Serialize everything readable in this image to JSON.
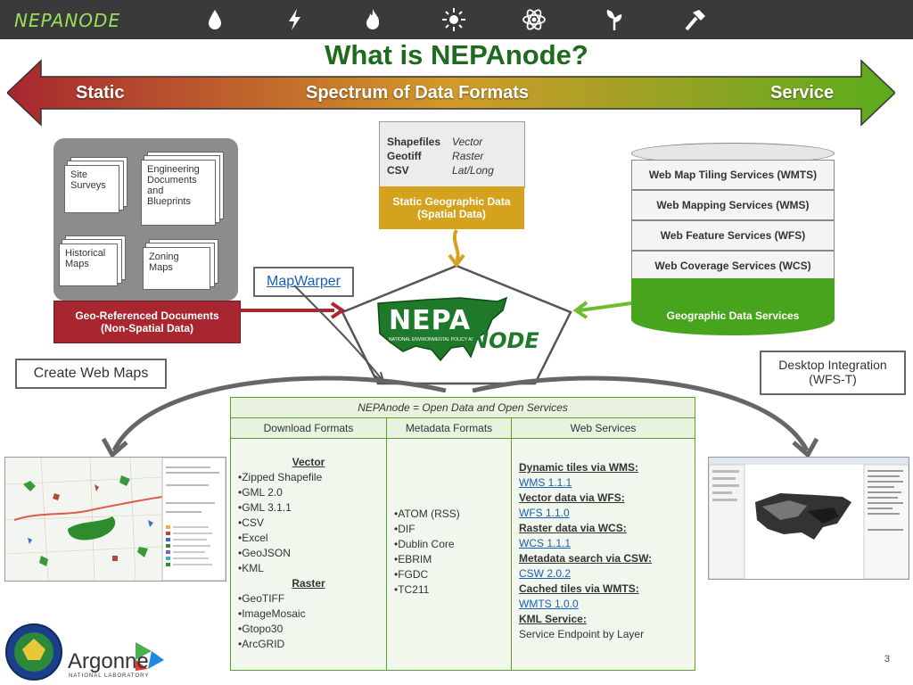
{
  "topbar": {
    "brand": "NEPANODE",
    "icons": [
      "water-drop-icon",
      "lightning-icon",
      "flame-icon",
      "sun-icon",
      "atom-icon",
      "plant-icon",
      "hammer-icon"
    ]
  },
  "title": "What is NEPAnode?",
  "spectrum": {
    "left": "Static",
    "center": "Spectrum of Data Formats",
    "right": "Service"
  },
  "documents": {
    "site_surveys": "Site Surveys",
    "engineering": "Engineering Documents and Blueprints",
    "historical": "Historical Maps",
    "zoning": "Zoning Maps",
    "box_line1": "Geo-Referenced Documents",
    "box_line2": "(Non-Spatial Data)"
  },
  "static_geo": {
    "rows": [
      {
        "format": "Shapefiles",
        "type": "Vector"
      },
      {
        "format": "Geotiff",
        "type": "Raster"
      },
      {
        "format": "CSV",
        "type": "Lat/Long"
      }
    ],
    "box_line1": "Static Geographic Data",
    "box_line2": "(Spatial Data)"
  },
  "services": {
    "items": [
      "Web Map Tiling Services (WMTS)",
      "Web Mapping Services (WMS)",
      "Web Feature Services (WFS)",
      "Web Coverage Services (WCS)"
    ],
    "base": "Geographic Data Services"
  },
  "mapwarper": "MapWarper",
  "logo": {
    "nepa": "NEPA",
    "node": "NODE",
    "sub": "NATIONAL ENVIRONMENTAL POLICY ACT"
  },
  "create_web_maps": "Create Web Maps",
  "desktop": {
    "line1": "Desktop Integration",
    "line2": "(WFS-T)"
  },
  "table": {
    "title": "NEPAnode = Open Data and Open Services",
    "headers": [
      "Download Formats",
      "Metadata Formats",
      "Web Services"
    ],
    "vector_head": "Vector",
    "vector": [
      "•Zipped Shapefile",
      "•GML 2.0",
      "•GML 3.1.1",
      "•CSV",
      "•Excel",
      "•GeoJSON",
      "•KML"
    ],
    "raster_head": "Raster",
    "raster": [
      "•GeoTIFF",
      "•ImageMosaic",
      "•Gtopo30",
      "•ArcGRID"
    ],
    "metadata": [
      "•ATOM (RSS)",
      "•DIF",
      "•Dublin Core",
      "•EBRIM",
      "•FGDC",
      "•TC211"
    ],
    "services": [
      {
        "head": "Dynamic tiles via WMS:",
        "link": "WMS 1.1.1"
      },
      {
        "head": "Vector data via WFS:",
        "link": "WFS 1.1.0"
      },
      {
        "head": "Raster data via WCS:",
        "link": "WCS 1.1.1"
      },
      {
        "head": "Metadata search via CSW:",
        "link": "CSW 2.0.2"
      },
      {
        "head": "Cached tiles via WMTS:",
        "link": "WMTS 1.0.0"
      },
      {
        "head": "KML Service:",
        "text": "Service Endpoint by Layer"
      }
    ]
  },
  "footer": {
    "argonne": "Argonne",
    "lab": "NATIONAL LABORATORY",
    "page": "3"
  },
  "colors": {
    "bar": "#3a3a3a",
    "title": "#1e6b1e",
    "red": "#a8262f",
    "yellow": "#d5a21d",
    "green": "#47a41c"
  }
}
